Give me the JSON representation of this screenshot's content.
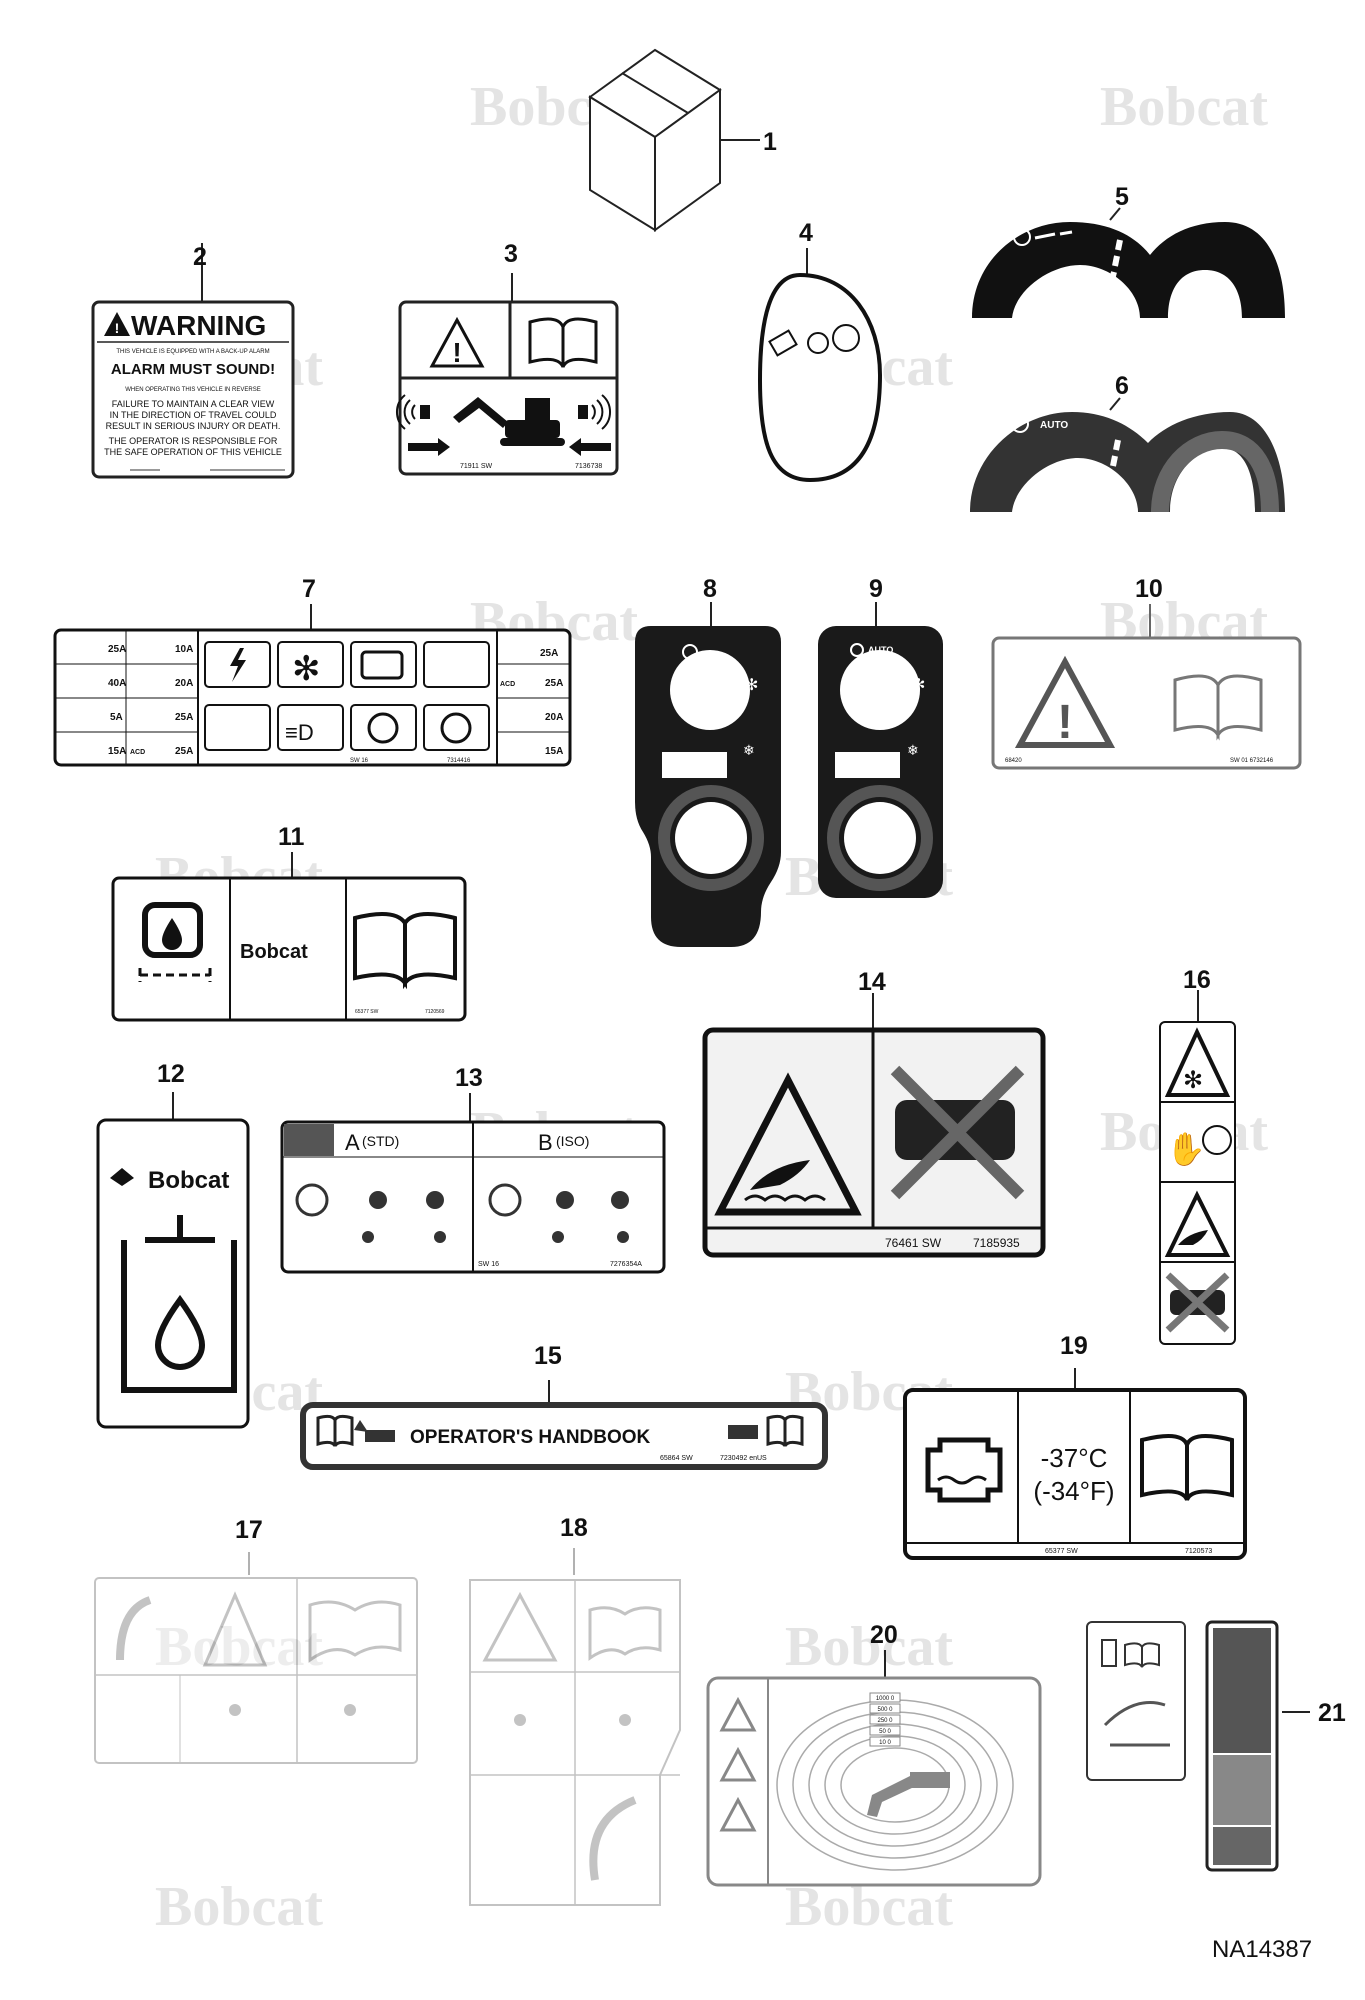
{
  "watermark": {
    "text": "Bobcat"
  },
  "callouts": [
    "1",
    "2",
    "3",
    "4",
    "5",
    "6",
    "7",
    "8",
    "9",
    "10",
    "11",
    "12",
    "13",
    "14",
    "15",
    "16",
    "17",
    "18",
    "19",
    "20",
    "21"
  ],
  "decal2": {
    "title": "WARNING",
    "line1": "THIS VEHICLE IS EQUIPPED WITH A BACK-UP ALARM",
    "line2": "ALARM MUST SOUND!",
    "line3": "WHEN OPERATING THIS VEHICLE IN REVERSE",
    "line4a": "FAILURE TO MAINTAIN A CLEAR VIEW",
    "line4b": "IN THE DIRECTION OF TRAVEL COULD",
    "line4c": "RESULT IN SERIOUS INJURY OR DEATH.",
    "line5a": "THE OPERATOR IS RESPONSIBLE FOR",
    "line5b": "THE SAFE OPERATION OF THIS VEHICLE"
  },
  "decal3": {
    "code1": "71911 SW",
    "code2": "7136738"
  },
  "decal6": {
    "auto": "AUTO"
  },
  "decal7": {
    "fuses_left": [
      "25A",
      "10A",
      "40A",
      "20A",
      "5A",
      "25A",
      "15A",
      "25A"
    ],
    "fuses_right": [
      "25A",
      "25A",
      "20A",
      "15A"
    ],
    "acd": "ACD",
    "code1": "SW 16",
    "code2": "7314416"
  },
  "decal9": {
    "auto": "AUTO"
  },
  "decal10": {
    "code1": "68420",
    "code2": "SW 01 6732146"
  },
  "decal11": {
    "brand": "Bobcat",
    "code1": "65377 SW",
    "code2": "7120569"
  },
  "decal12": {
    "brand": "Bobcat"
  },
  "decal13": {
    "mode_a": "A",
    "std": "(STD)",
    "mode_b": "B",
    "iso": "(ISO)",
    "code1": "SW 16",
    "code2": "7276354A"
  },
  "decal14": {
    "code1": "76461 SW",
    "code2": "7185935"
  },
  "decal15": {
    "text": "OPERATOR'S HANDBOOK",
    "code1": "65864 SW",
    "code2": "7230492 enUS"
  },
  "decal19": {
    "temp_c": "-37°C",
    "temp_f": "(-34°F)",
    "code1": "65377 SW",
    "code2": "7120573"
  },
  "decal20": {
    "speeds": [
      "1000 0",
      "500 0",
      "250 0",
      "50 0",
      "10 0"
    ]
  },
  "ref_code": "NA14387"
}
